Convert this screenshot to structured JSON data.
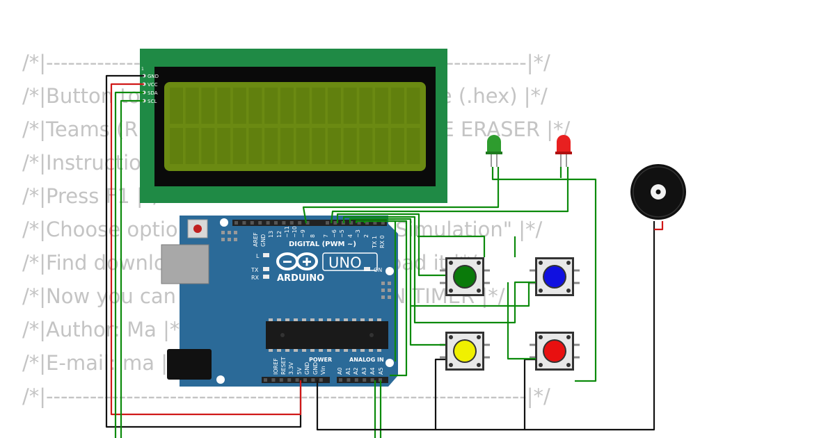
{
  "code_comments": [
    "/*|------------------------------------------------------------------|*/",
    "/*|Button to get the Arduino machine code  (.hex) |*/",
    "/*|Teams (RED, GREEN, YELLOW REF, BLUE ERASER  |*/",
    "/*|Instructions: |*/",
    "/*|Press F1 |*/",
    "/*|Choose option \"Compile and Start Simulation\"  |*/",
    "/*|Find download on your PC and upload it  |*/",
    "/*|Now you can run of of DOMINATION TIMER |*/",
    "/*|Author: Ma |*/",
    "/*|E-mail: ma |*/",
    "/*|------------------------------------------------------------------|*/"
  ],
  "lcd": {
    "pins": [
      "GND",
      "VCC",
      "SDA",
      "SCL"
    ],
    "pin_number": "1"
  },
  "arduino": {
    "brand": "ARDUINO",
    "model": "UNO",
    "digital_label": "DIGITAL (PWM ~)",
    "digital_pins": [
      "AREF",
      "GND",
      "13",
      "12",
      "~11",
      "~10",
      "~9",
      "8",
      "7",
      "~6",
      "~5",
      "4",
      "~3",
      "2",
      "TX 1",
      "RX 0"
    ],
    "power_label": "POWER",
    "power_pins": [
      "IOREF",
      "RESET",
      "3.3V",
      "5V",
      "GND",
      "GND",
      "Vin"
    ],
    "analog_label": "ANALOG IN",
    "analog_pins": [
      "A0",
      "A1",
      "A2",
      "A3",
      "A4",
      "A5"
    ],
    "led_labels": [
      "L",
      "TX",
      "RX"
    ],
    "on_label": "ON"
  },
  "components": {
    "leds": [
      {
        "name": "green",
        "color": "#2e9c2e"
      },
      {
        "name": "red",
        "color": "#e82020"
      }
    ],
    "buttons": [
      {
        "name": "green",
        "color": "#0a7a0a"
      },
      {
        "name": "blue",
        "color": "#1010e0"
      },
      {
        "name": "yellow",
        "color": "#f0f000"
      },
      {
        "name": "red",
        "color": "#e81010"
      }
    ]
  },
  "colors": {
    "board": "#2b6a98",
    "lcd_frame": "#1f8a45",
    "lcd_screen": "#6b8a12",
    "wire_green": "#0b8a0b",
    "wire_red": "#d01818",
    "wire_black": "#111111",
    "comment_text": "#c4c4c4"
  }
}
